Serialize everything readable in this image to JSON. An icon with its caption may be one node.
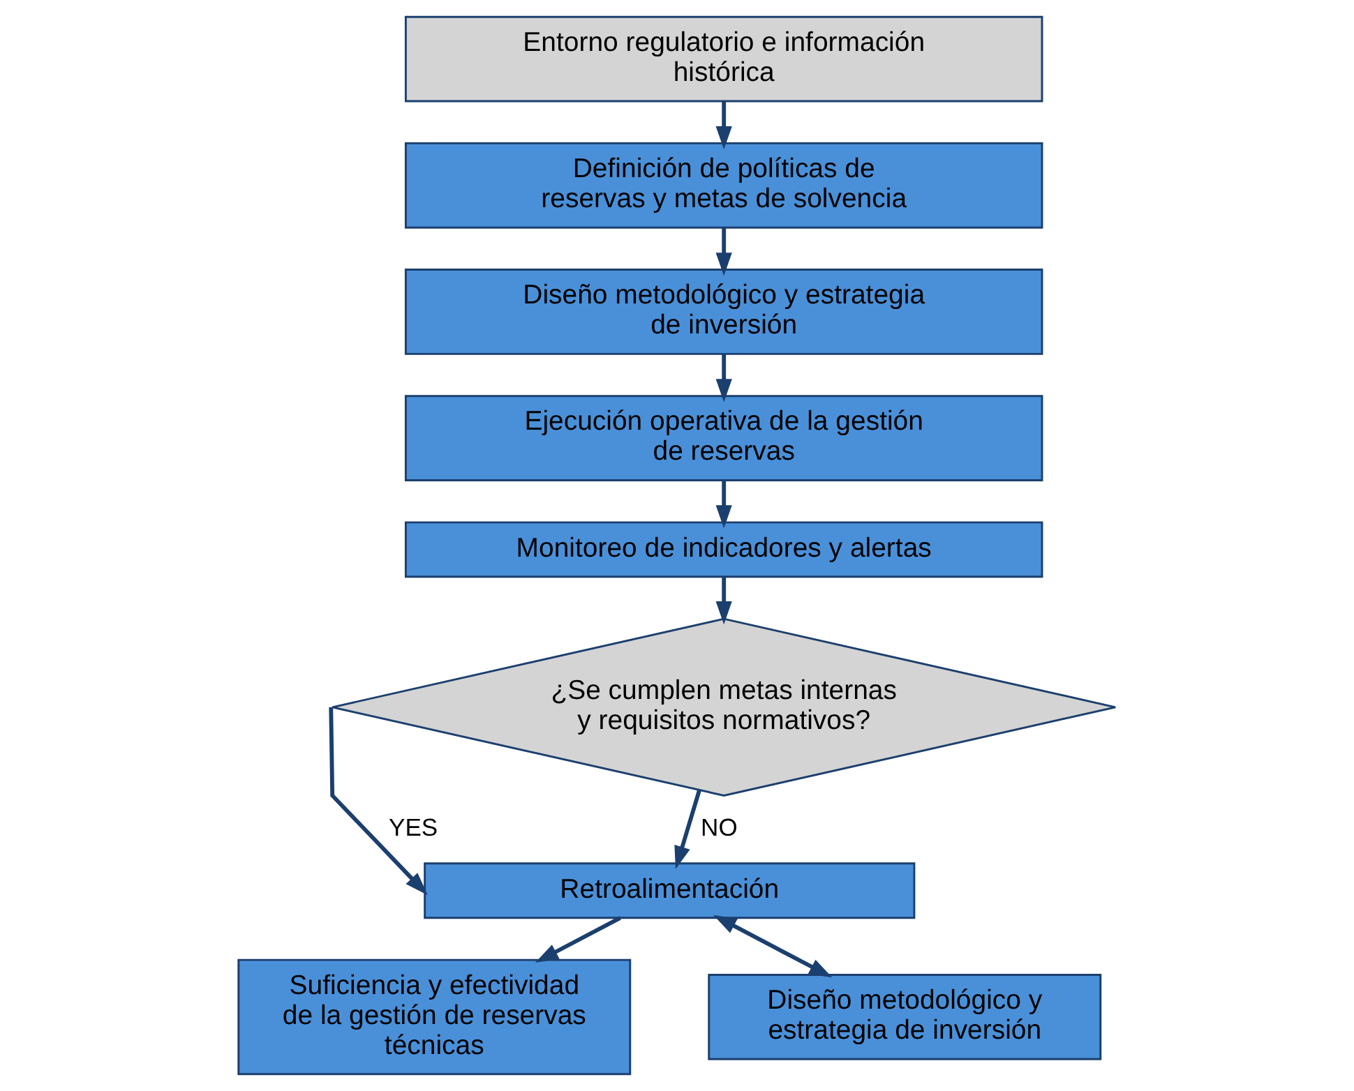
{
  "diagram": {
    "nodes": [
      {
        "text": [
          "Entorno regulatorio e información histórica"
        ]
      },
      {
        "text": [
          "Definición de políticas de reservas y metas de solvencia"
        ]
      },
      {
        "text": [
          "Diseño metodológico y estrategia de inversión"
        ]
      },
      {
        "text": [
          "Ejecución operativa de la gestión de reservas"
        ]
      },
      {
        "text": [
          "Monitoreo de indicadores y alertas"
        ]
      },
      {
        "text": [
          "¿Se cumplen metas internas y requisitos normativos?"
        ]
      },
      {
        "text": [
          "Retroalimentación"
        ]
      },
      {
        "text": [
          "Suficiencia y efectividad de la gestión de reservas técnicas"
        ]
      },
      {
        "text": [
          "Diseño metodológico y estrategia de inversión"
        ]
      }
    ],
    "edges": [
      {
        "from": 0,
        "to": 1,
        "arrow": "to"
      },
      {
        "from": 1,
        "to": 2,
        "arrow": "to"
      },
      {
        "from": 2,
        "to": 3,
        "arrow": "to"
      },
      {
        "from": 3,
        "to": 4,
        "arrow": "to"
      },
      {
        "from": 4,
        "to": 5,
        "arrow": "to"
      },
      {
        "from": 5,
        "to": 6,
        "arrow": "to",
        "label": "NO"
      },
      {
        "from": 5,
        "to": 6,
        "arrow": "to",
        "label": "YES"
      },
      {
        "from": 6,
        "to": 7,
        "arrow": "to"
      },
      {
        "from": 6,
        "to": 8,
        "arrow": "both"
      }
    ]
  }
}
